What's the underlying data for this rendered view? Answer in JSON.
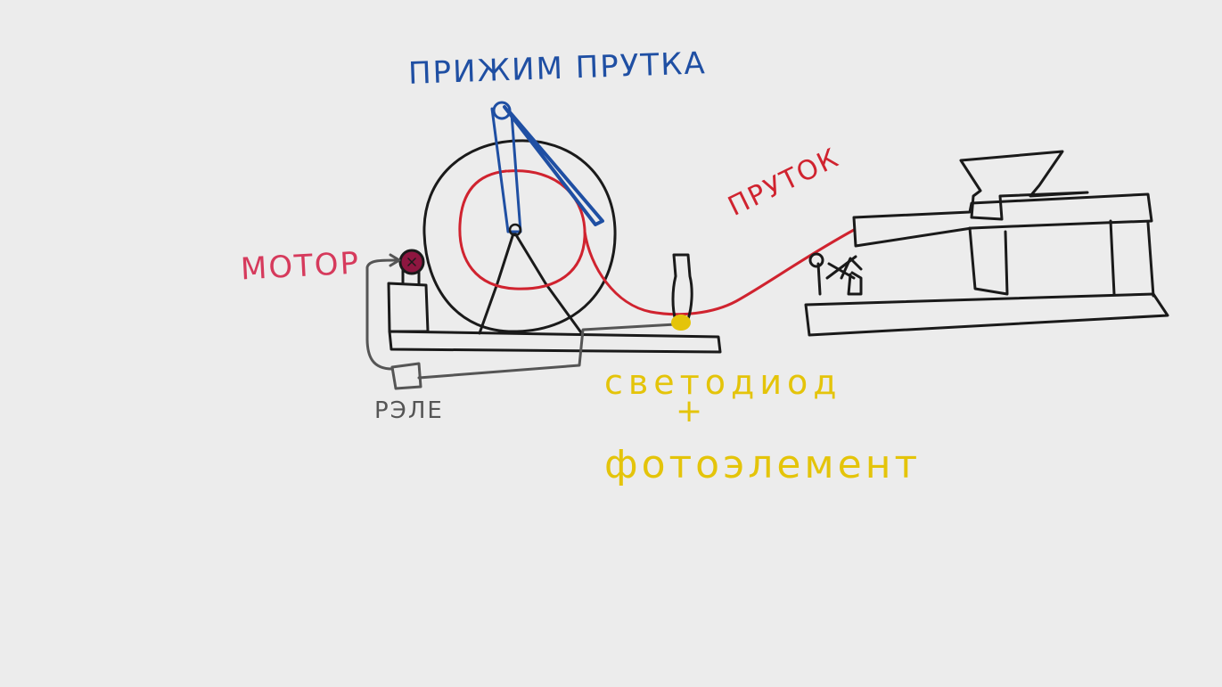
{
  "labels": {
    "clamp": "ПРИЖИМ ПРУТКА",
    "motor": "МОТОР",
    "rod": "ПРУТОК",
    "relay": "РЭЛЕ",
    "led": "светодиод",
    "plus": "+",
    "photocell": "фотоэлемент"
  },
  "colors": {
    "background": "#ececec",
    "ink_black": "#1a1a1a",
    "clamp_blue": "#1f4fa3",
    "rod_red": "#d0232f",
    "motor_pink": "#d63a5c",
    "motor_fill": "#8e1640",
    "relay_gray": "#555555",
    "sensor_yellow": "#e4c40a"
  }
}
